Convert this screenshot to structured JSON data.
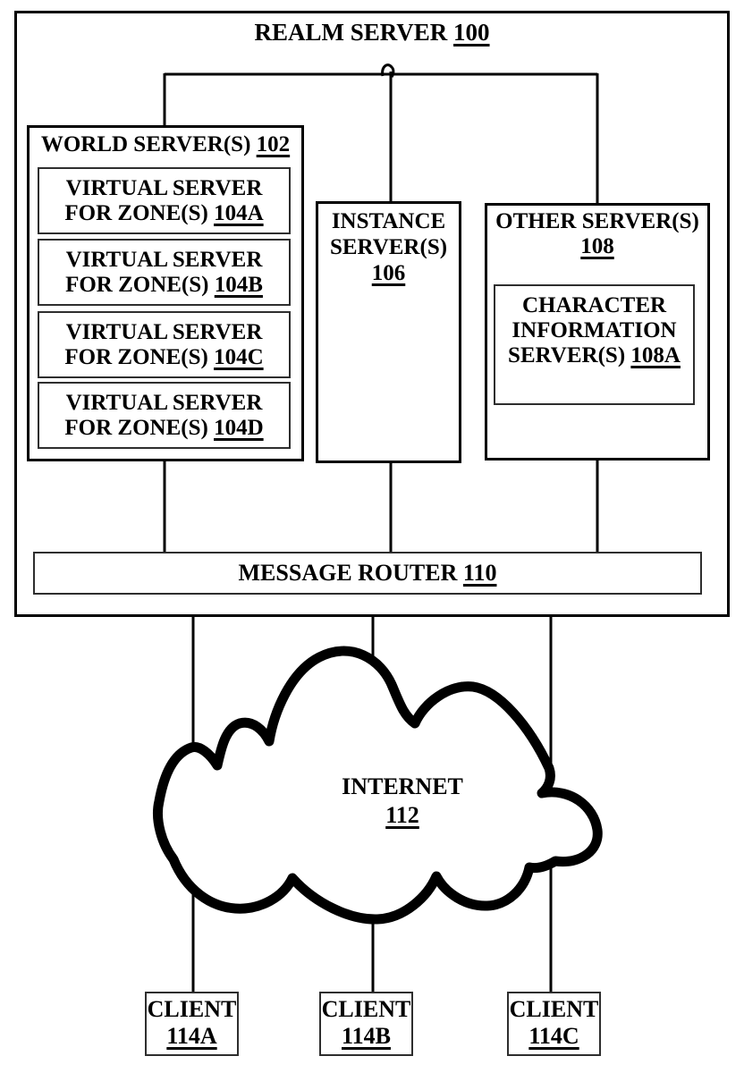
{
  "figure": {
    "realm": {
      "label": "REALM SERVER",
      "ref": "100"
    },
    "world": {
      "label": "WORLD SERVER(S)",
      "ref": "102"
    },
    "zones": [
      {
        "line1": "VIRTUAL SERVER",
        "line2": "FOR ZONE(S)",
        "ref": "104A"
      },
      {
        "line1": "VIRTUAL SERVER",
        "line2": "FOR ZONE(S)",
        "ref": "104B"
      },
      {
        "line1": "VIRTUAL SERVER",
        "line2": "FOR ZONE(S)",
        "ref": "104C"
      },
      {
        "line1": "VIRTUAL SERVER",
        "line2": "FOR ZONE(S)",
        "ref": "104D"
      }
    ],
    "instance": {
      "line1": "INSTANCE",
      "line2": "SERVER(S)",
      "ref": "106"
    },
    "other": {
      "label": "OTHER SERVER(S)",
      "ref": "108"
    },
    "character": {
      "line1": "CHARACTER",
      "line2": "INFORMATION",
      "line3": "SERVER(S)",
      "ref": "108A"
    },
    "router": {
      "label": "MESSAGE ROUTER",
      "ref": "110"
    },
    "internet": {
      "label": "INTERNET",
      "ref": "112"
    },
    "clients": [
      {
        "label": "CLIENT",
        "ref": "114A"
      },
      {
        "label": "CLIENT",
        "ref": "114B"
      },
      {
        "label": "CLIENT",
        "ref": "114C"
      }
    ],
    "colors": {
      "ink": "#000000",
      "background": "#ffffff"
    }
  }
}
